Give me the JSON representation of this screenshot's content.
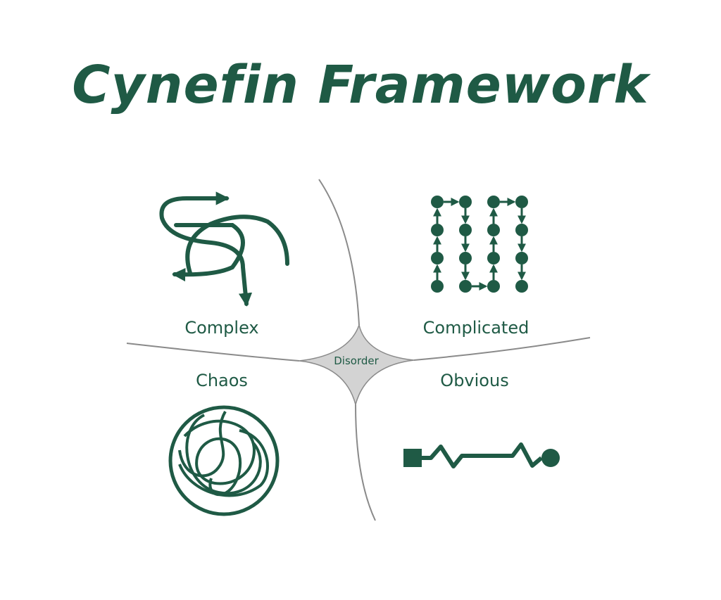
{
  "title": "Cynefin Framework",
  "domains": {
    "complex": "Complex",
    "complicated": "Complicated",
    "chaos": "Chaos",
    "obvious": "Obvious",
    "disorder": "Disorder"
  },
  "icons": {
    "complex": "intertwined-arrows-icon",
    "complicated": "dot-grid-arrows-icon",
    "chaos": "tangled-circle-icon",
    "obvious": "square-zigzag-circle-icon"
  },
  "colors": {
    "accent": "#1f5a45",
    "divider": "#8a8a8a",
    "disorder_fill": "#d3d3d3"
  }
}
